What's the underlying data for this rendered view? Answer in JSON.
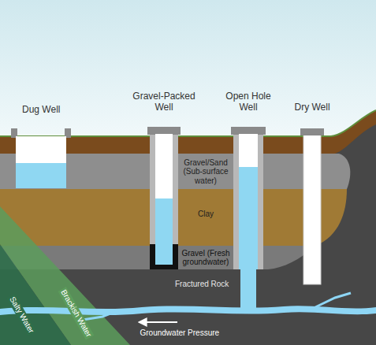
{
  "diagram": {
    "labels": [
      "Dug Well",
      "Gravel-Packed Well",
      "Open Hole Well",
      "Dry Well",
      "Gravel/Sand (Sub-surface water)",
      "Clay",
      "Gravel (Fresh groundwater)",
      "Fractured Rock",
      "Groundwater Pressure",
      "Salty Water",
      "Brackish Water"
    ]
  }
}
